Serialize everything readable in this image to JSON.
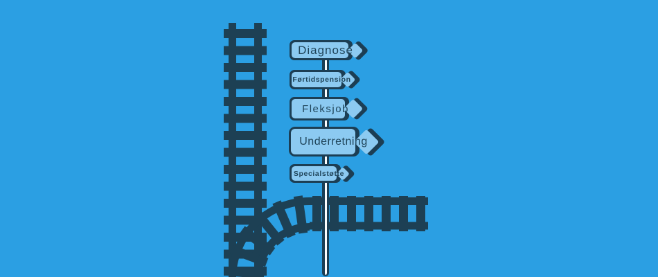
{
  "illustration": {
    "description": "Railway junction with signpost",
    "background_color": "#2B9FE3",
    "track_color": "#1D4054",
    "sign_fill_color": "#8CCAF1",
    "sign_border_color": "#1C3E54",
    "sign_text_color": "#1F4459",
    "pole_color": "#FBFDFE",
    "signs": [
      {
        "label": "Diagnose"
      },
      {
        "label": "Førtidspension"
      },
      {
        "label": "Fleksjob"
      },
      {
        "label": "Underretning"
      },
      {
        "label": "Specialstøtte"
      }
    ]
  }
}
